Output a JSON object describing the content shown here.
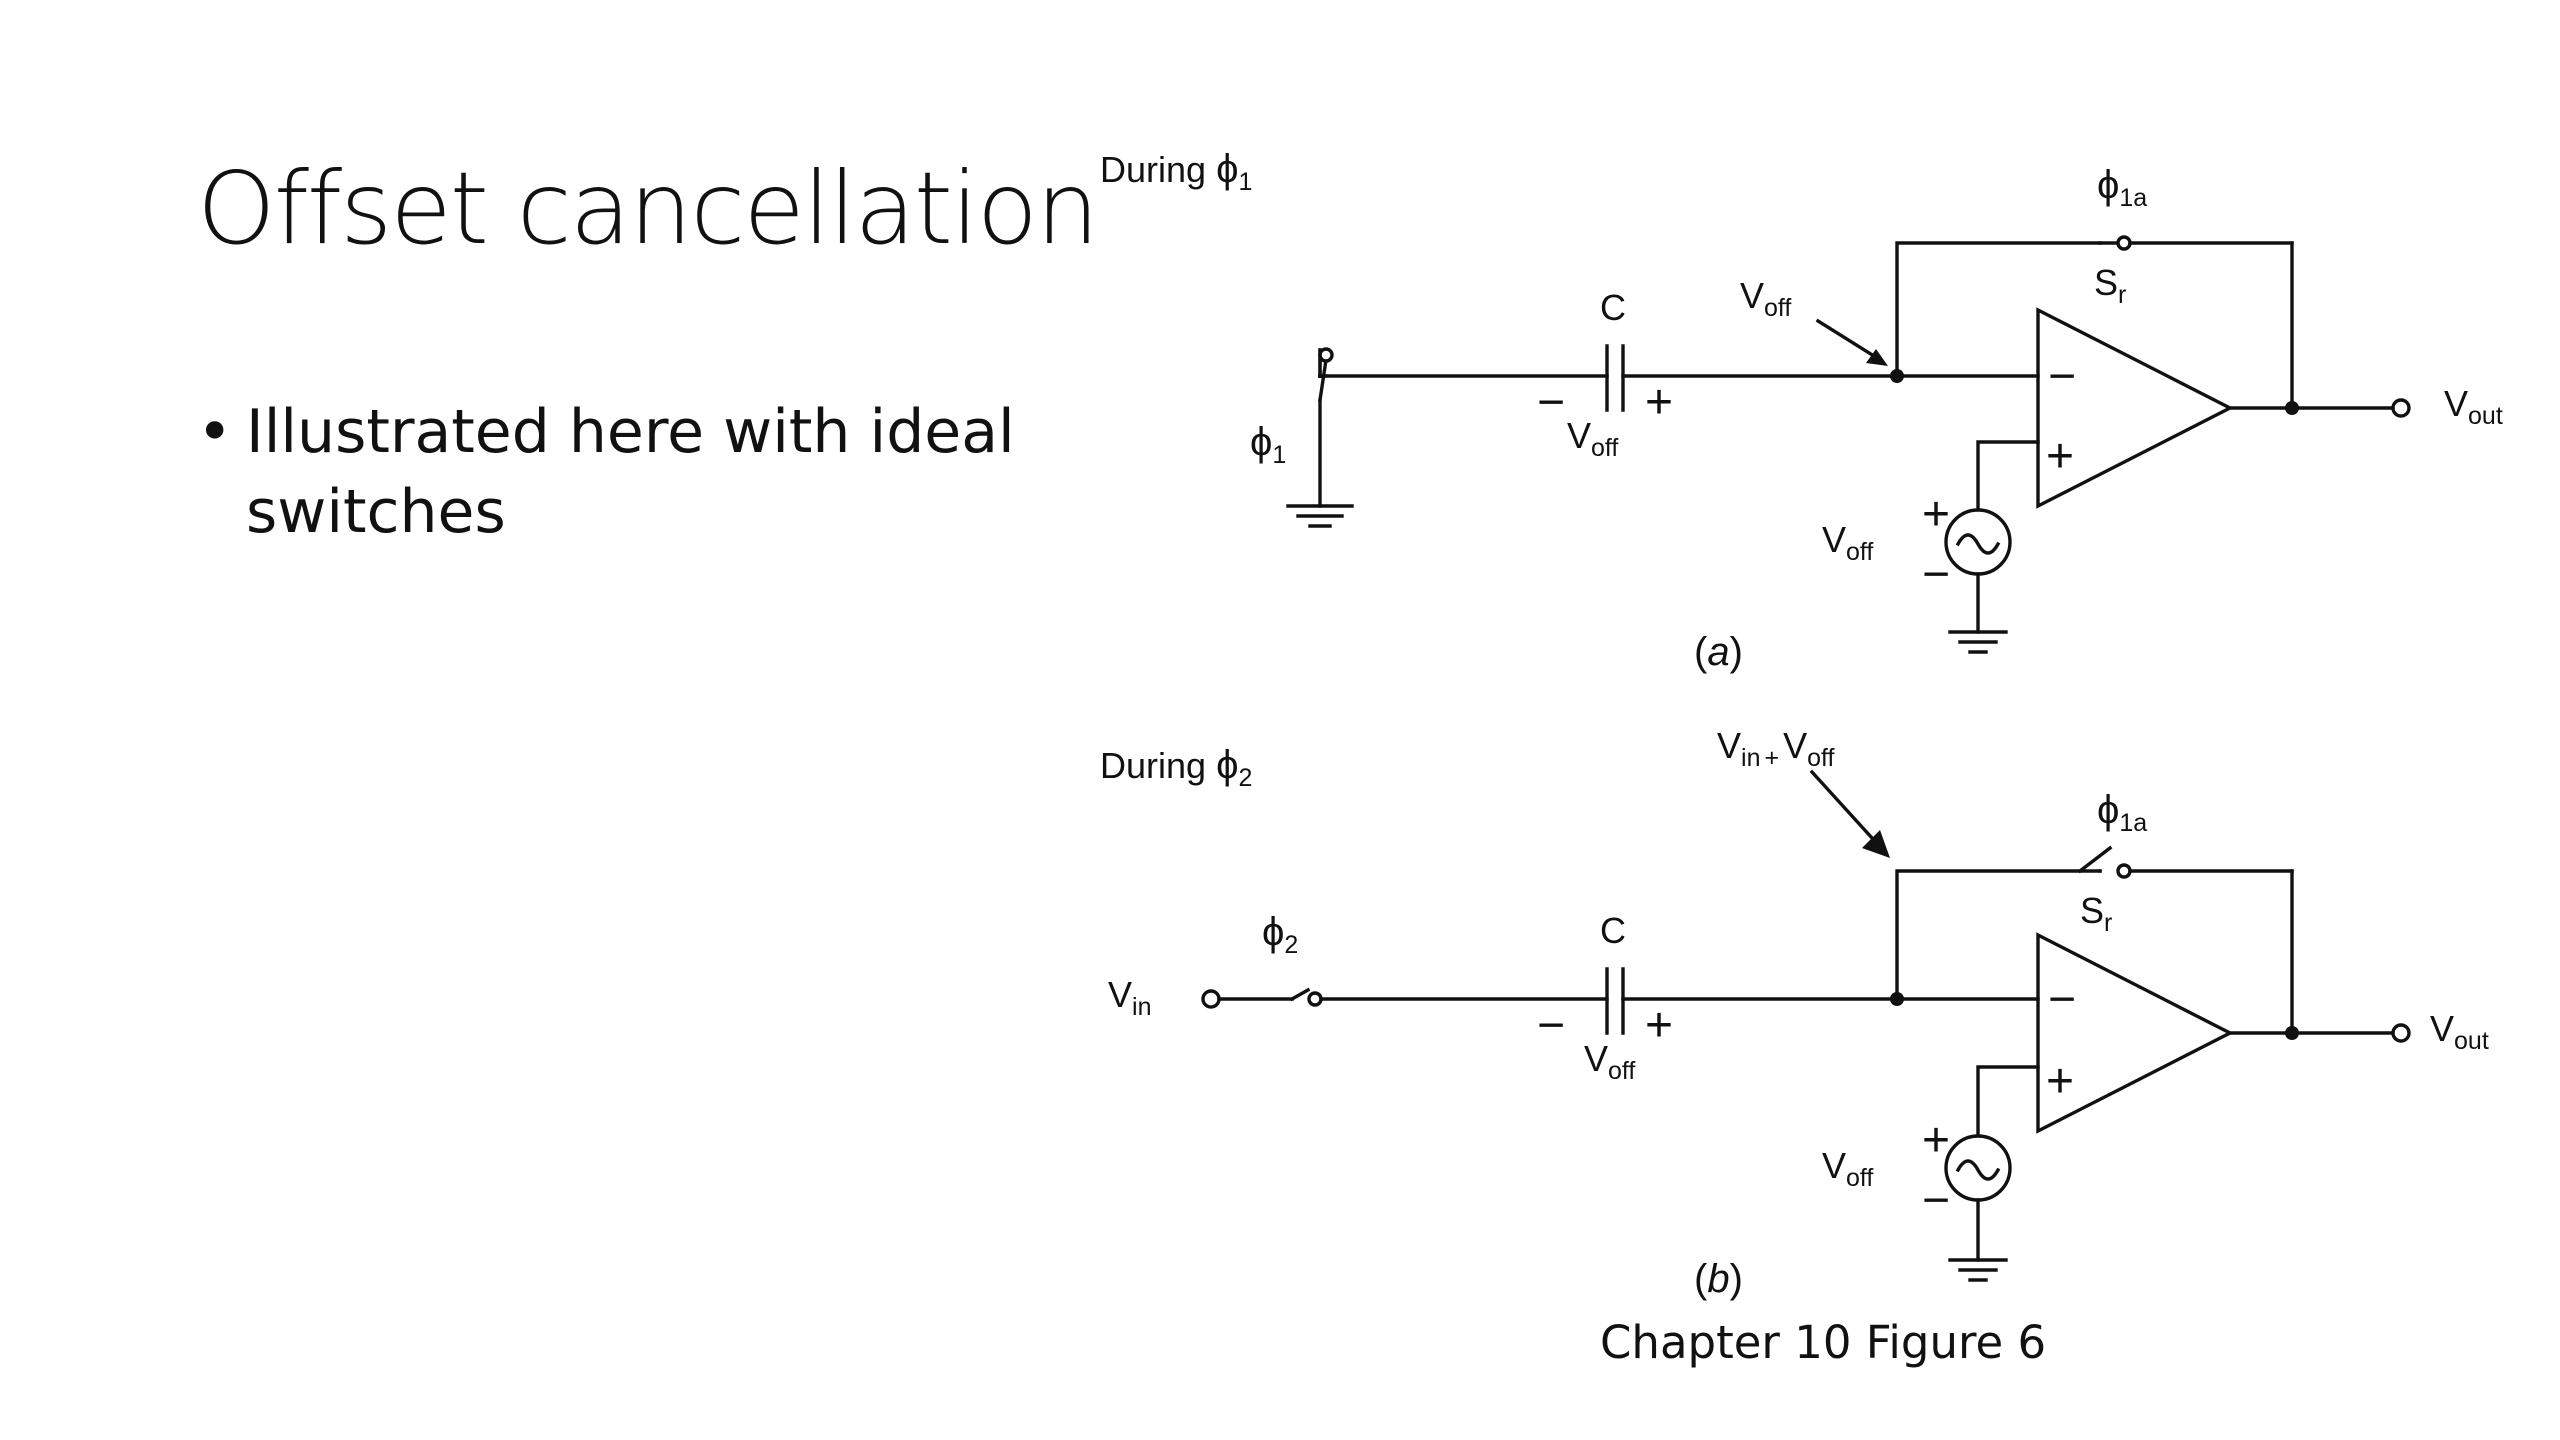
{
  "slide": {
    "title": "Offset cancellation",
    "bullets": [
      {
        "text": "Illustrated here with ideal switches"
      }
    ],
    "figure_caption": "Chapter 10 Figure 6"
  },
  "circuit": {
    "during_prefix": "During",
    "phi": "ϕ",
    "sub_1": "1",
    "sub_2": "2",
    "sub_1a": "1a",
    "V": "V",
    "sub_off": "off",
    "sub_out": "out",
    "sub_in": "in",
    "plus_sep": "+",
    "cap_label": "C",
    "switch_label": "S",
    "sub_r": "r",
    "minus": "−",
    "plus": "+",
    "paren_open": "(",
    "paren_close": ")",
    "panel_a_letter": "a",
    "panel_b_letter": "b"
  }
}
